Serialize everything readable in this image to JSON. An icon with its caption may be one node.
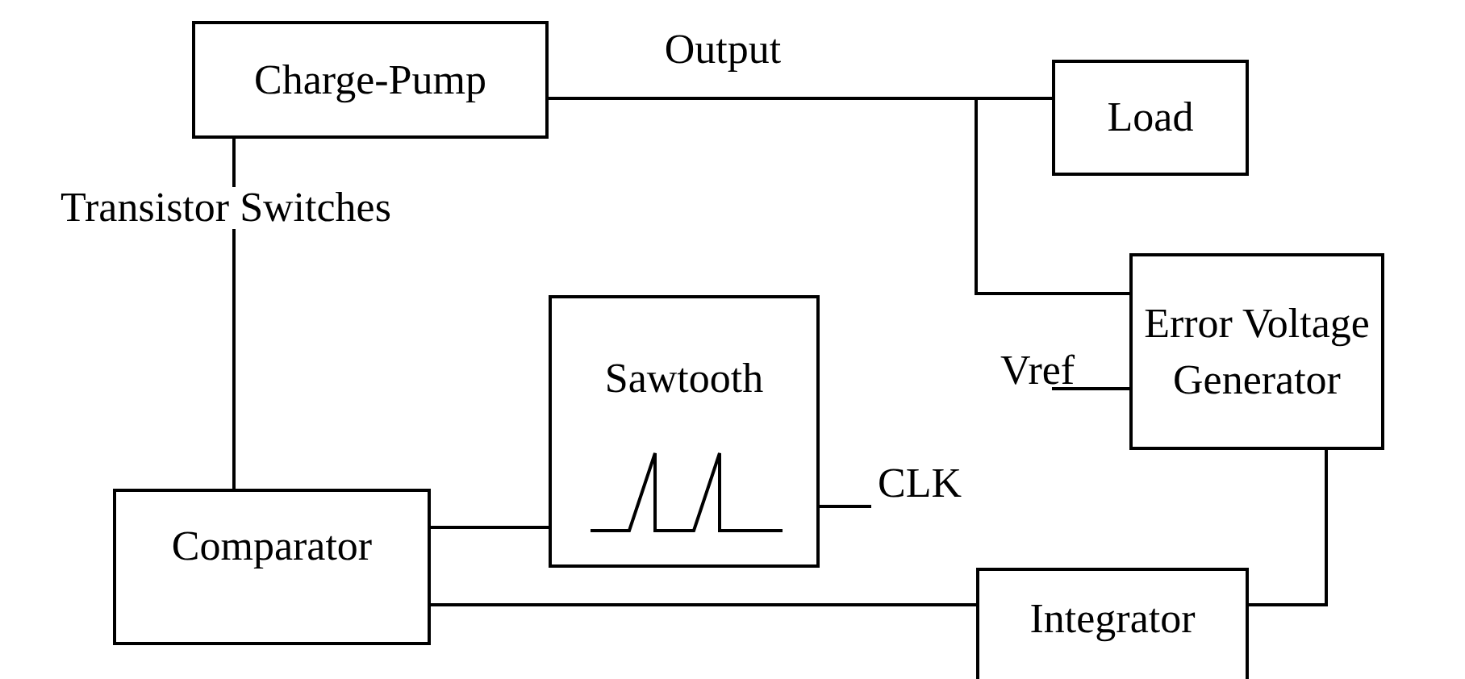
{
  "diagram": {
    "nodes": [
      {
        "text": [
          "Charge-Pump"
        ]
      },
      {
        "text": [
          "Load"
        ]
      },
      {
        "text": [
          "Error Voltage Generator"
        ]
      },
      {
        "text": [
          "Vref"
        ]
      },
      {
        "text": [
          "Sawtooth"
        ]
      },
      {
        "text": [
          "CLK"
        ]
      },
      {
        "text": [
          "Comparator"
        ]
      },
      {
        "text": [
          "Integrator"
        ]
      }
    ],
    "edges": [
      {
        "from": 0,
        "to": 1,
        "arrow": "none",
        "label": "Output"
      },
      {
        "from": 0,
        "to": 2,
        "arrow": "none"
      },
      {
        "from": 3,
        "to": 2,
        "arrow": "none"
      },
      {
        "from": 0,
        "to": 6,
        "arrow": "none",
        "label": "Transistor Switches"
      },
      {
        "from": 6,
        "to": 4,
        "arrow": "none"
      },
      {
        "from": 4,
        "to": 5,
        "arrow": "none"
      },
      {
        "from": 6,
        "to": 7,
        "arrow": "none"
      },
      {
        "from": 7,
        "to": 2,
        "arrow": "none"
      }
    ]
  }
}
